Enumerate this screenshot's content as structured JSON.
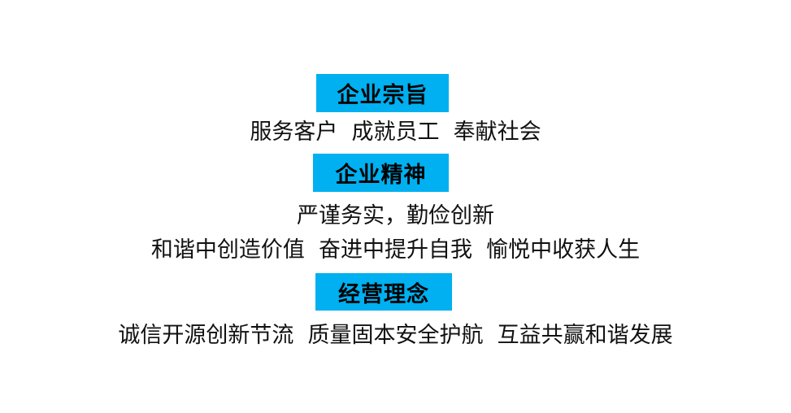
{
  "colors": {
    "heading_background": "#00b0f0",
    "heading_text": "#000000",
    "body_text": "#111111",
    "page_background": "#ffffff"
  },
  "sections": [
    {
      "heading": "企业宗旨",
      "lines": [
        "服务客户  成就员工  奉献社会"
      ]
    },
    {
      "heading": "企业精神",
      "lines": [
        "严谨务实，勤俭创新",
        "和谐中创造价值  奋进中提升自我  愉悦中收获人生"
      ]
    },
    {
      "heading": "经营理念",
      "lines": [
        "诚信开源创新节流  质量固本安全护航  互益共赢和谐发展"
      ]
    }
  ]
}
